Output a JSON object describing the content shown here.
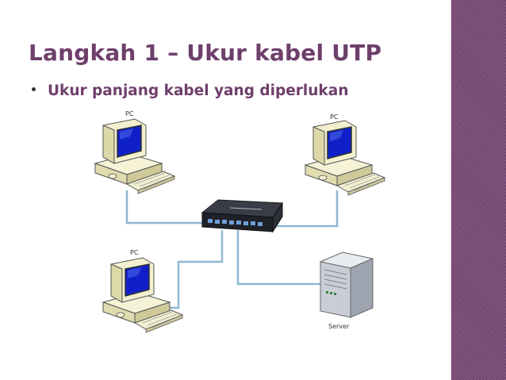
{
  "slide": {
    "title": "Langkah 1 – Ukur kabel UTP",
    "bullet": "Ukur panjang kabel yang diperlukan",
    "bullet_marker": "•"
  },
  "diagram": {
    "pc_label": "PC",
    "server_label": "Server"
  },
  "colors": {
    "title": "#6e3f6b",
    "side_bar": "#7a4a78",
    "cable": "#8fb7d3",
    "screen": "#1020c8",
    "pc_body": "#f3f0cf"
  }
}
